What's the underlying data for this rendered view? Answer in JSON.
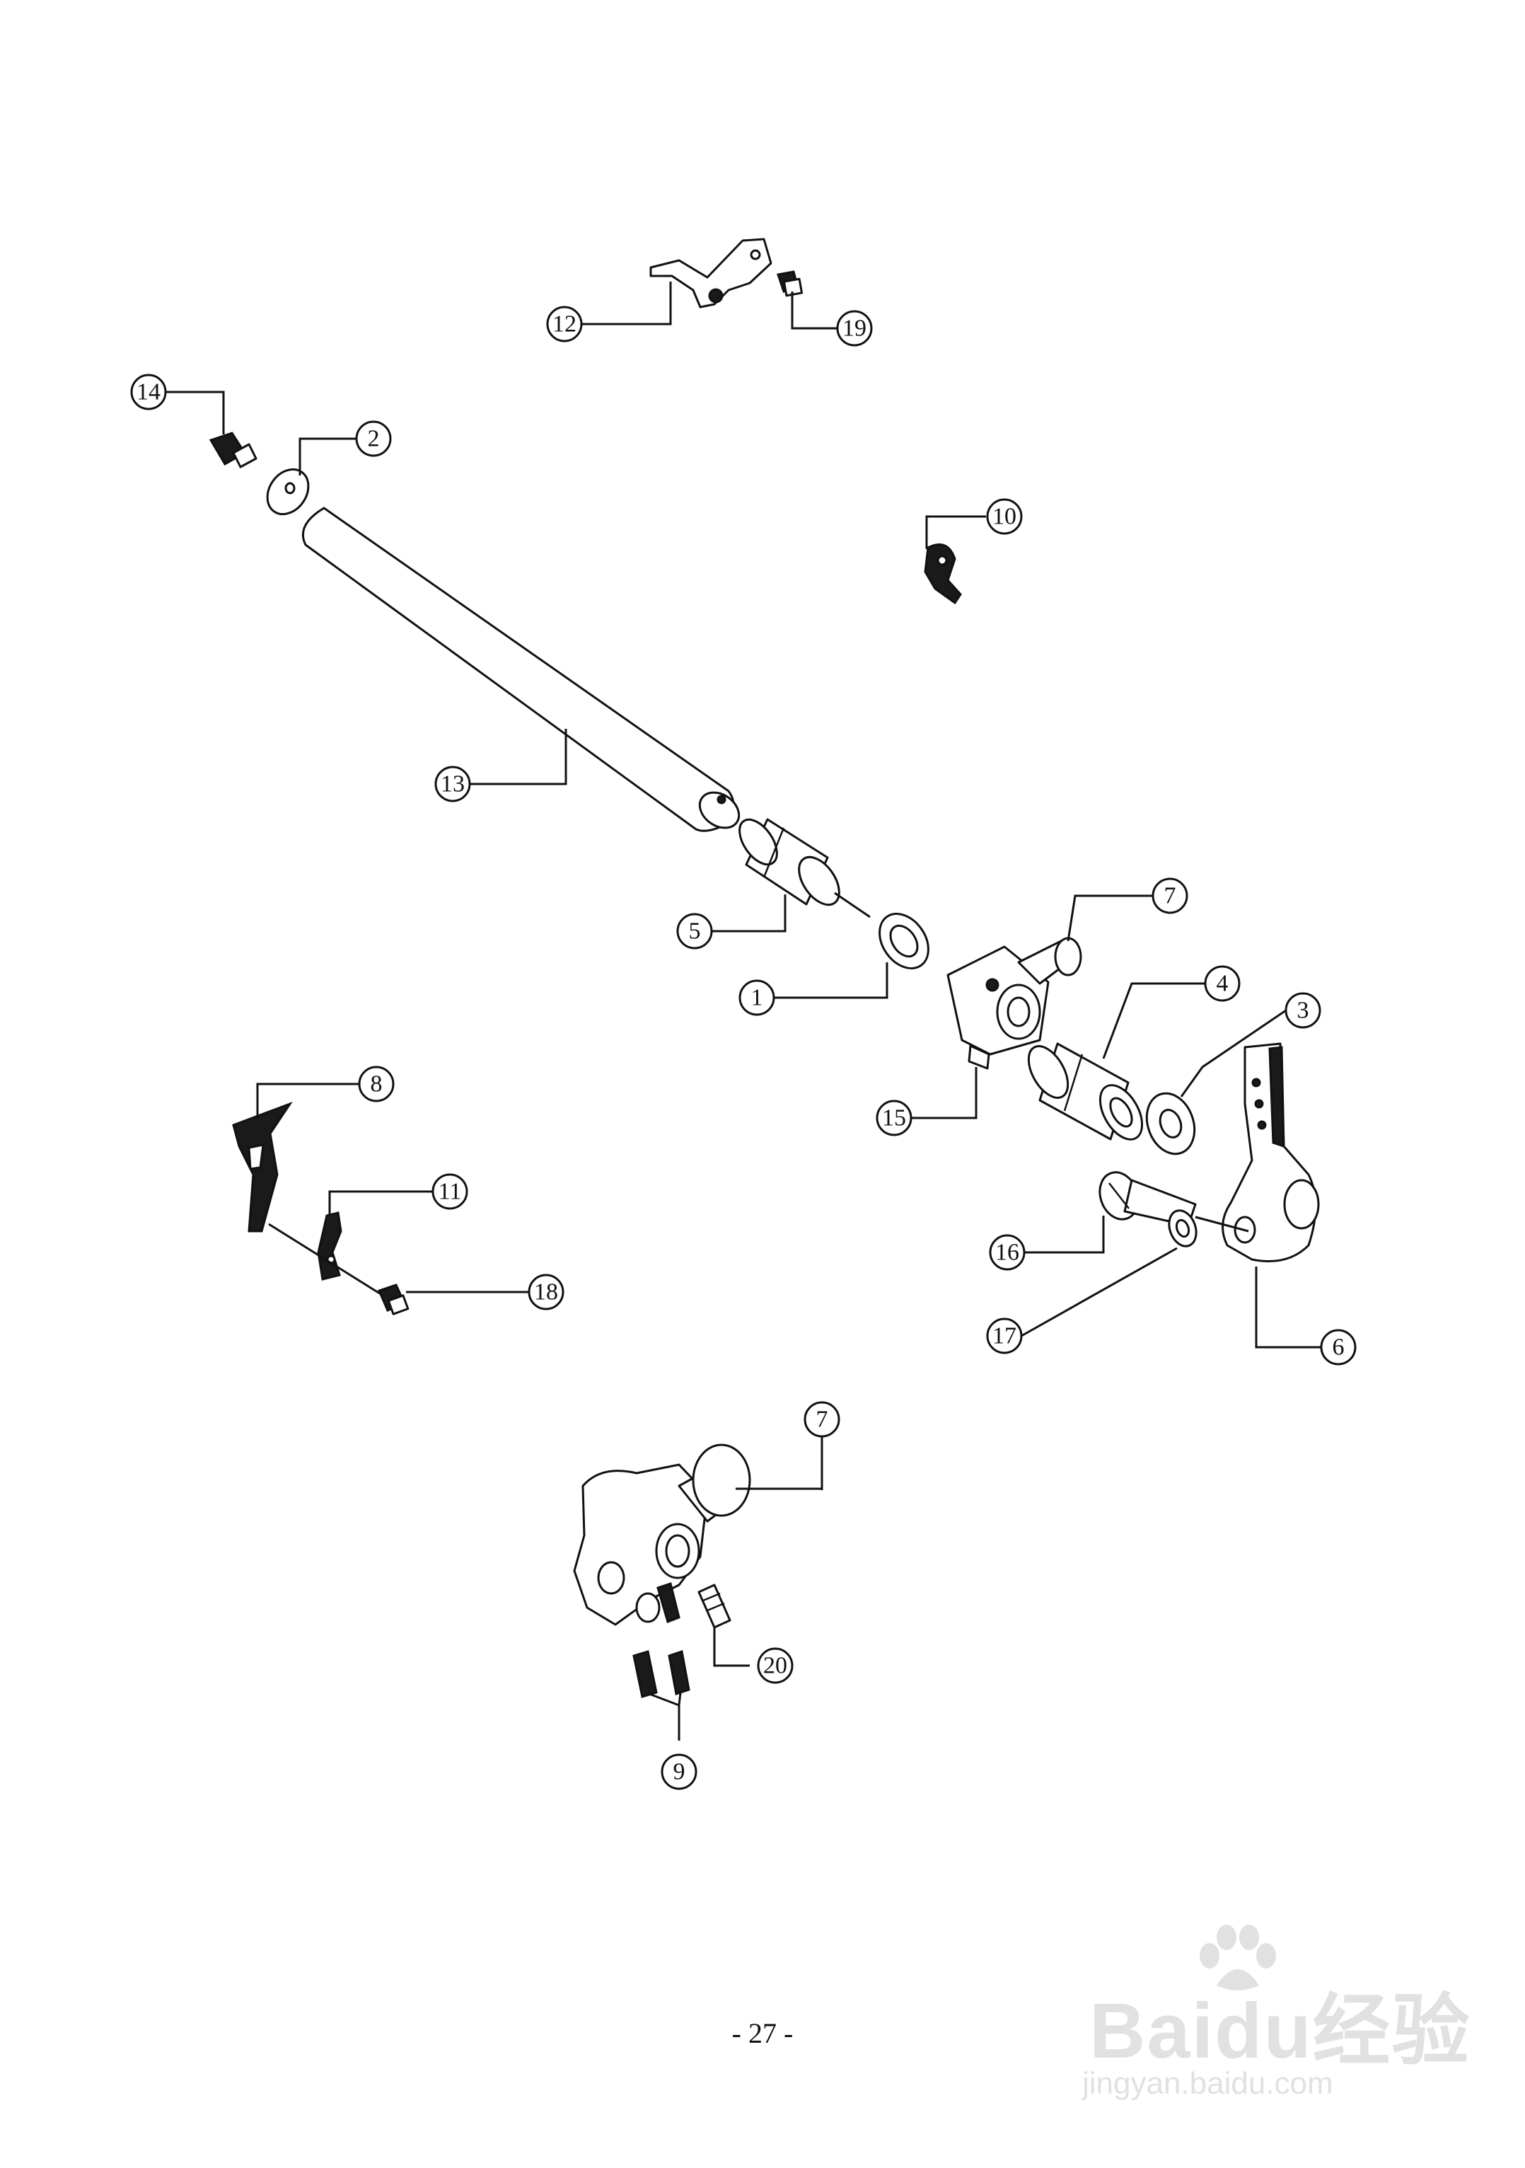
{
  "callouts": [
    {
      "label": "1"
    },
    {
      "label": "2"
    },
    {
      "label": "3"
    },
    {
      "label": "4"
    },
    {
      "label": "5"
    },
    {
      "label": "6"
    },
    {
      "label": "7"
    },
    {
      "label": "7"
    },
    {
      "label": "8"
    },
    {
      "label": "9"
    },
    {
      "label": "10"
    },
    {
      "label": "11"
    },
    {
      "label": "12"
    },
    {
      "label": "13"
    },
    {
      "label": "14"
    },
    {
      "label": "15"
    },
    {
      "label": "16"
    },
    {
      "label": "17"
    },
    {
      "label": "18"
    },
    {
      "label": "19"
    },
    {
      "label": "20"
    }
  ],
  "page_number": "- 27 -",
  "watermark": {
    "brand": "Baidu经验",
    "url": "jingyan.baidu.com"
  },
  "colors": {
    "line": "#111111",
    "background": "#ffffff",
    "watermark": "#8a8a8a"
  }
}
